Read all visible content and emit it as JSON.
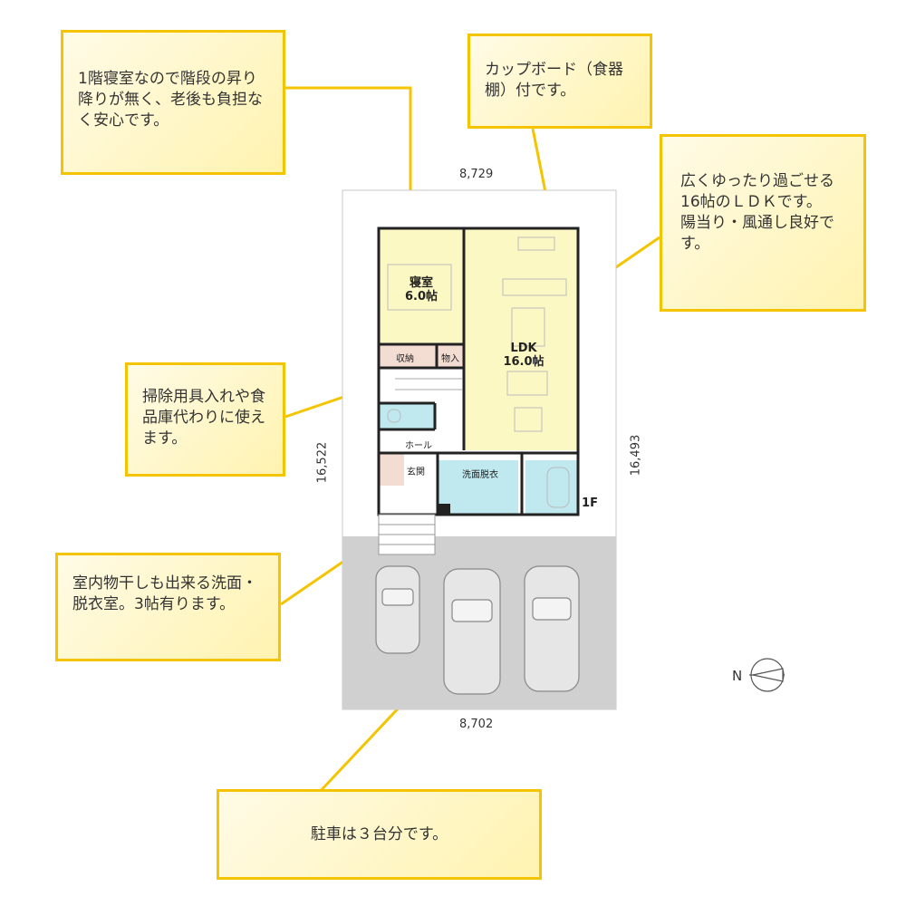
{
  "notes": {
    "bedroom": "1階寝室なので階段の昇り降りが無く、老後も負担なく安心です。",
    "cupboard": "カップボード（食器棚）付です。",
    "ldk": "広くゆったり過ごせる16帖のＬＤＫです。陽当り・風通し良好です。",
    "storage": "掃除用具入れや食品庫代わりに使えます。",
    "laundry": "室内物干しも出来る洗面・脱衣室。3帖有ります。",
    "parking": "駐車は３台分です。"
  },
  "dimensions": {
    "top": "8,729",
    "bottom": "8,702",
    "left": "16,522",
    "right": "16,493"
  },
  "rooms": {
    "bedroom_name": "寝室",
    "bedroom_size": "6.0帖",
    "ldk_name": "LDK",
    "ldk_size": "16.0帖",
    "storage": "収納",
    "closet": "物入",
    "hall": "ホール",
    "entrance": "玄関",
    "washroom": "洗面脱衣",
    "floor": "1F"
  },
  "compass": {
    "label": "N"
  },
  "colors": {
    "note_border": "#f5c400",
    "room_fill": "#fcf8c4",
    "bath_fill": "#bfe8ef",
    "storage_fill": "#f3dcd2",
    "parking_fill": "#d0d0d0",
    "wall": "#222222"
  }
}
